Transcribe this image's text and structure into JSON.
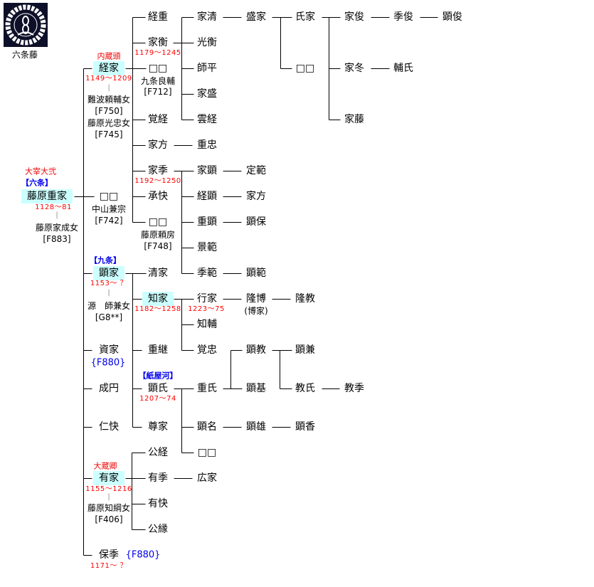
{
  "crest_label": "六条藤",
  "colors": {
    "highlight": "#ccffff",
    "title_red": "#ee0000",
    "house_blue": "#0000ee"
  },
  "nodes": [
    {
      "text": "六条藤",
      "kind": "note"
    },
    {
      "text": "大宰大弐",
      "kind": "red"
    },
    {
      "text": "【六条】",
      "kind": "blue"
    },
    {
      "text": "藤原重家",
      "kind": "hl"
    },
    {
      "text": "1128～81",
      "kind": "yr"
    },
    {
      "text": "|",
      "kind": "bar"
    },
    {
      "text": "藤原家成女",
      "kind": "note"
    },
    {
      "text": "[F883]",
      "kind": "note"
    },
    {
      "text": "内蔵頭",
      "kind": "red"
    },
    {
      "text": "経家",
      "kind": "hl"
    },
    {
      "text": "1149～1209",
      "kind": "yr"
    },
    {
      "text": "|",
      "kind": "bar"
    },
    {
      "text": "難波頼輔女",
      "kind": "note"
    },
    {
      "text": "[F750]",
      "kind": "note"
    },
    {
      "text": "藤原光忠女",
      "kind": "note"
    },
    {
      "text": "[F745]",
      "kind": "note"
    },
    {
      "text": "□□",
      "kind": "name"
    },
    {
      "text": "中山兼宗",
      "kind": "note"
    },
    {
      "text": "[F742]",
      "kind": "note"
    },
    {
      "text": "【九条】",
      "kind": "blue"
    },
    {
      "text": "顕家",
      "kind": "hl"
    },
    {
      "text": "1153～ ？",
      "kind": "yr"
    },
    {
      "text": "|",
      "kind": "bar"
    },
    {
      "text": "源　師兼女",
      "kind": "note"
    },
    {
      "text": "[G8**]",
      "kind": "note"
    },
    {
      "text": "資家",
      "kind": "name"
    },
    {
      "text": "{F880}",
      "kind": "bluebig"
    },
    {
      "text": "成円",
      "kind": "name"
    },
    {
      "text": "仁快",
      "kind": "name"
    },
    {
      "text": "大蔵卿",
      "kind": "red"
    },
    {
      "text": "有家",
      "kind": "hl"
    },
    {
      "text": "1155～1216",
      "kind": "yr"
    },
    {
      "text": "|",
      "kind": "bar"
    },
    {
      "text": "藤原知綱女",
      "kind": "note"
    },
    {
      "text": "[F406]",
      "kind": "note"
    },
    {
      "text": "保季",
      "kind": "name"
    },
    {
      "text": "{F880}",
      "kind": "bluebig"
    },
    {
      "text": "1171～ ？",
      "kind": "yr"
    },
    {
      "text": "経重",
      "kind": "name"
    },
    {
      "text": "家衡",
      "kind": "name"
    },
    {
      "text": "1179～1245",
      "kind": "yr"
    },
    {
      "text": "□□",
      "kind": "name"
    },
    {
      "text": "九条良輔",
      "kind": "note"
    },
    {
      "text": "[F712]",
      "kind": "note"
    },
    {
      "text": "覚経",
      "kind": "name"
    },
    {
      "text": "家方",
      "kind": "name"
    },
    {
      "text": "家季",
      "kind": "name"
    },
    {
      "text": "1192～1250",
      "kind": "yr"
    },
    {
      "text": "承快",
      "kind": "name"
    },
    {
      "text": "□□",
      "kind": "name"
    },
    {
      "text": "藤原頼房",
      "kind": "note"
    },
    {
      "text": "[F748]",
      "kind": "note"
    },
    {
      "text": "清家",
      "kind": "name"
    },
    {
      "text": "知家",
      "kind": "hl"
    },
    {
      "text": "1182～1258",
      "kind": "yr"
    },
    {
      "text": "重継",
      "kind": "name"
    },
    {
      "text": "【紙屋河】",
      "kind": "blue"
    },
    {
      "text": "顕氏",
      "kind": "name"
    },
    {
      "text": "1207～74",
      "kind": "yr"
    },
    {
      "text": "尊家",
      "kind": "name"
    },
    {
      "text": "公経",
      "kind": "name"
    },
    {
      "text": "有季",
      "kind": "name"
    },
    {
      "text": "有快",
      "kind": "name"
    },
    {
      "text": "公縁",
      "kind": "name"
    },
    {
      "text": "家清",
      "kind": "name"
    },
    {
      "text": "光衡",
      "kind": "name"
    },
    {
      "text": "師平",
      "kind": "name"
    },
    {
      "text": "家盛",
      "kind": "name"
    },
    {
      "text": "雲経",
      "kind": "name"
    },
    {
      "text": "重忠",
      "kind": "name"
    },
    {
      "text": "家顕",
      "kind": "name"
    },
    {
      "text": "経顕",
      "kind": "name"
    },
    {
      "text": "重顕",
      "kind": "name"
    },
    {
      "text": "景範",
      "kind": "name"
    },
    {
      "text": "季範",
      "kind": "name"
    },
    {
      "text": "行家",
      "kind": "name"
    },
    {
      "text": "1223～75",
      "kind": "yr"
    },
    {
      "text": "知輔",
      "kind": "name"
    },
    {
      "text": "覚忠",
      "kind": "name"
    },
    {
      "text": "重氏",
      "kind": "name"
    },
    {
      "text": "顕名",
      "kind": "name"
    },
    {
      "text": "□□",
      "kind": "name"
    },
    {
      "text": "広家",
      "kind": "name"
    },
    {
      "text": "盛家",
      "kind": "name"
    },
    {
      "text": "定範",
      "kind": "name"
    },
    {
      "text": "家方",
      "kind": "name"
    },
    {
      "text": "顕保",
      "kind": "name"
    },
    {
      "text": "顕範",
      "kind": "name"
    },
    {
      "text": "隆博",
      "kind": "name"
    },
    {
      "text": "(博家)",
      "kind": "note"
    },
    {
      "text": "顕教",
      "kind": "name"
    },
    {
      "text": "顕基",
      "kind": "name"
    },
    {
      "text": "顕雄",
      "kind": "name"
    },
    {
      "text": "氏家",
      "kind": "name"
    },
    {
      "text": "□□",
      "kind": "name"
    },
    {
      "text": "隆教",
      "kind": "name"
    },
    {
      "text": "顕兼",
      "kind": "name"
    },
    {
      "text": "教氏",
      "kind": "name"
    },
    {
      "text": "顕香",
      "kind": "name"
    },
    {
      "text": "家俊",
      "kind": "name"
    },
    {
      "text": "家冬",
      "kind": "name"
    },
    {
      "text": "家藤",
      "kind": "name"
    },
    {
      "text": "教季",
      "kind": "name"
    },
    {
      "text": "季俊",
      "kind": "name"
    },
    {
      "text": "輔氏",
      "kind": "name"
    },
    {
      "text": "顕俊",
      "kind": "name"
    }
  ]
}
